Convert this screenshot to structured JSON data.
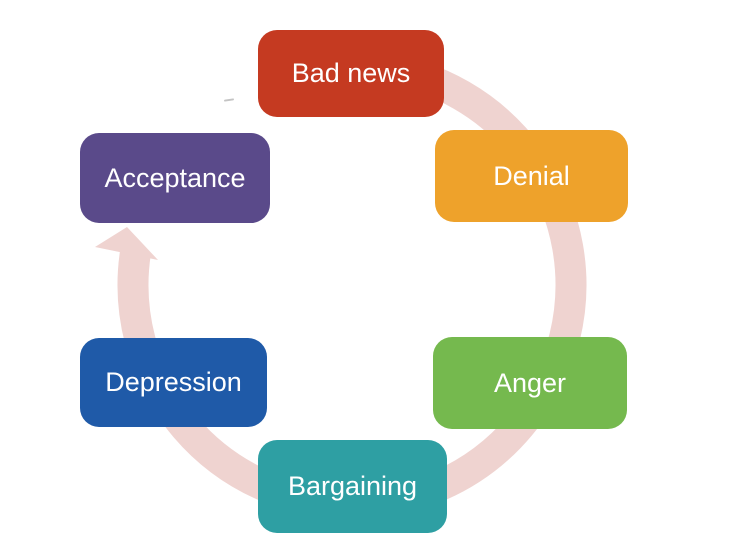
{
  "diagram": {
    "type": "cycle",
    "background": "#FFFFFF",
    "stage_text_color": "#FFFFFF",
    "arrow_color": "#EFD3D0",
    "stray_mark_color": "#C4C4C4",
    "stages": [
      {
        "label": "Bad news",
        "color": "#C53A21",
        "position": "top"
      },
      {
        "label": "Denial",
        "color": "#EEA22B",
        "position": "upper-right"
      },
      {
        "label": "Anger",
        "color": "#75B94E",
        "position": "lower-right"
      },
      {
        "label": "Bargaining",
        "color": "#2E9FA3",
        "position": "bottom"
      },
      {
        "label": "Depression",
        "color": "#1F5AA8",
        "position": "lower-left"
      },
      {
        "label": "Acceptance",
        "color": "#5A4A8A",
        "position": "upper-left"
      }
    ]
  }
}
